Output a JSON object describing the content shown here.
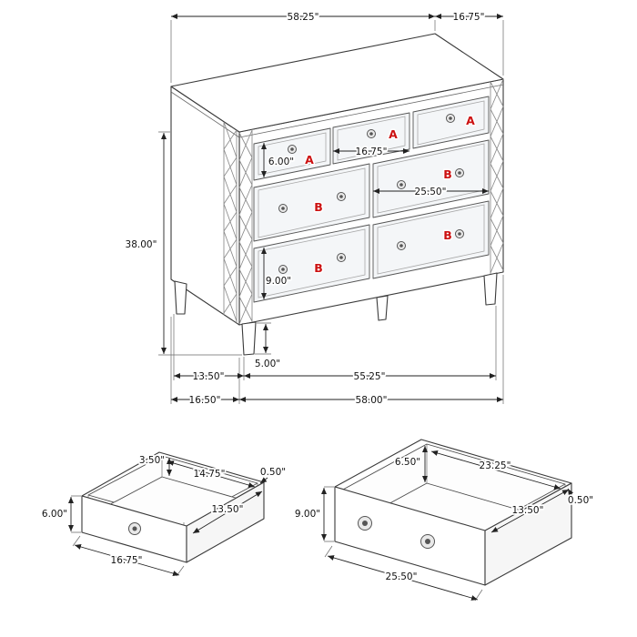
{
  "dresser": {
    "top_width": "58.25\"",
    "top_depth": "16.75\"",
    "height": "38.00\"",
    "drawer_a_width": "16.75\"",
    "drawer_b_width": "25.50\"",
    "drawer_a_height": "6.00\"",
    "drawer_b_height": "9.00\"",
    "leg_depth_span": "13.50\"",
    "leg_height": "5.00\"",
    "leg_width_span": "55.25\"",
    "base_depth": "16.50\"",
    "base_width": "58.00\"",
    "label_a": "A",
    "label_b": "B"
  },
  "drawer_a": {
    "interior_height": "3.50\"",
    "interior_width": "14.75\"",
    "wall_thickness": "0.50\"",
    "front_height": "6.00\"",
    "depth": "13.50\"",
    "width": "16.75\""
  },
  "drawer_b": {
    "interior_height": "6.50\"",
    "interior_width": "23.25\"",
    "wall_thickness": "0.50\"",
    "front_height": "9.00\"",
    "depth": "13.50\"",
    "width": "25.50\""
  },
  "colors": {
    "line": "#3a3a3a",
    "dim_text": "#111111",
    "drawer_label": "#cc1111",
    "background": "#ffffff"
  }
}
